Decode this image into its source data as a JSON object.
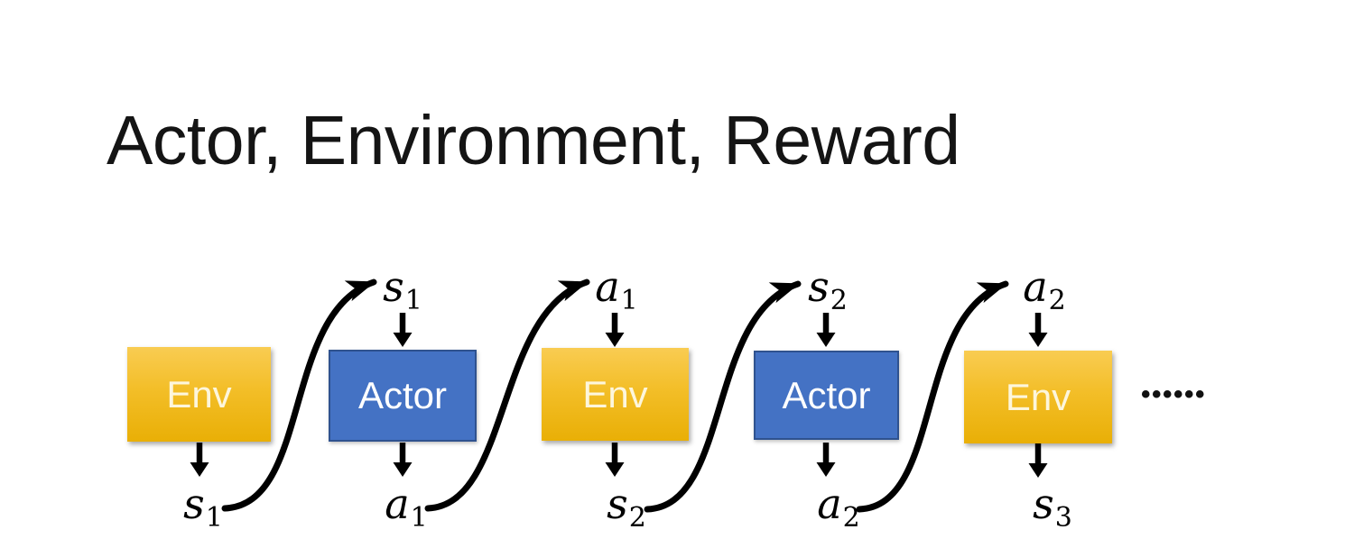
{
  "title": "Actor, Environment, Reward",
  "diagram": {
    "boxes": [
      {
        "label": "Env",
        "type": "environment"
      },
      {
        "label": "Actor",
        "type": "actor"
      },
      {
        "label": "Env",
        "type": "environment"
      },
      {
        "label": "Actor",
        "type": "actor"
      },
      {
        "label": "Env",
        "type": "environment"
      }
    ],
    "top_labels": [
      {
        "base": "s",
        "sub": "1"
      },
      {
        "base": "a",
        "sub": "1"
      },
      {
        "base": "s",
        "sub": "2"
      },
      {
        "base": "a",
        "sub": "2"
      }
    ],
    "bottom_labels": [
      {
        "base": "s",
        "sub": "1"
      },
      {
        "base": "a",
        "sub": "1"
      },
      {
        "base": "s",
        "sub": "2"
      },
      {
        "base": "a",
        "sub": "2"
      },
      {
        "base": "s",
        "sub": "3"
      }
    ],
    "continuation": "••••••",
    "colors": {
      "env_gradient_top": "#F9CC52",
      "env_gradient_bottom": "#E9AF06",
      "actor_fill": "#4472C4",
      "actor_border": "#2F528F",
      "arrow": "#000000",
      "title_text": "#141414"
    }
  }
}
